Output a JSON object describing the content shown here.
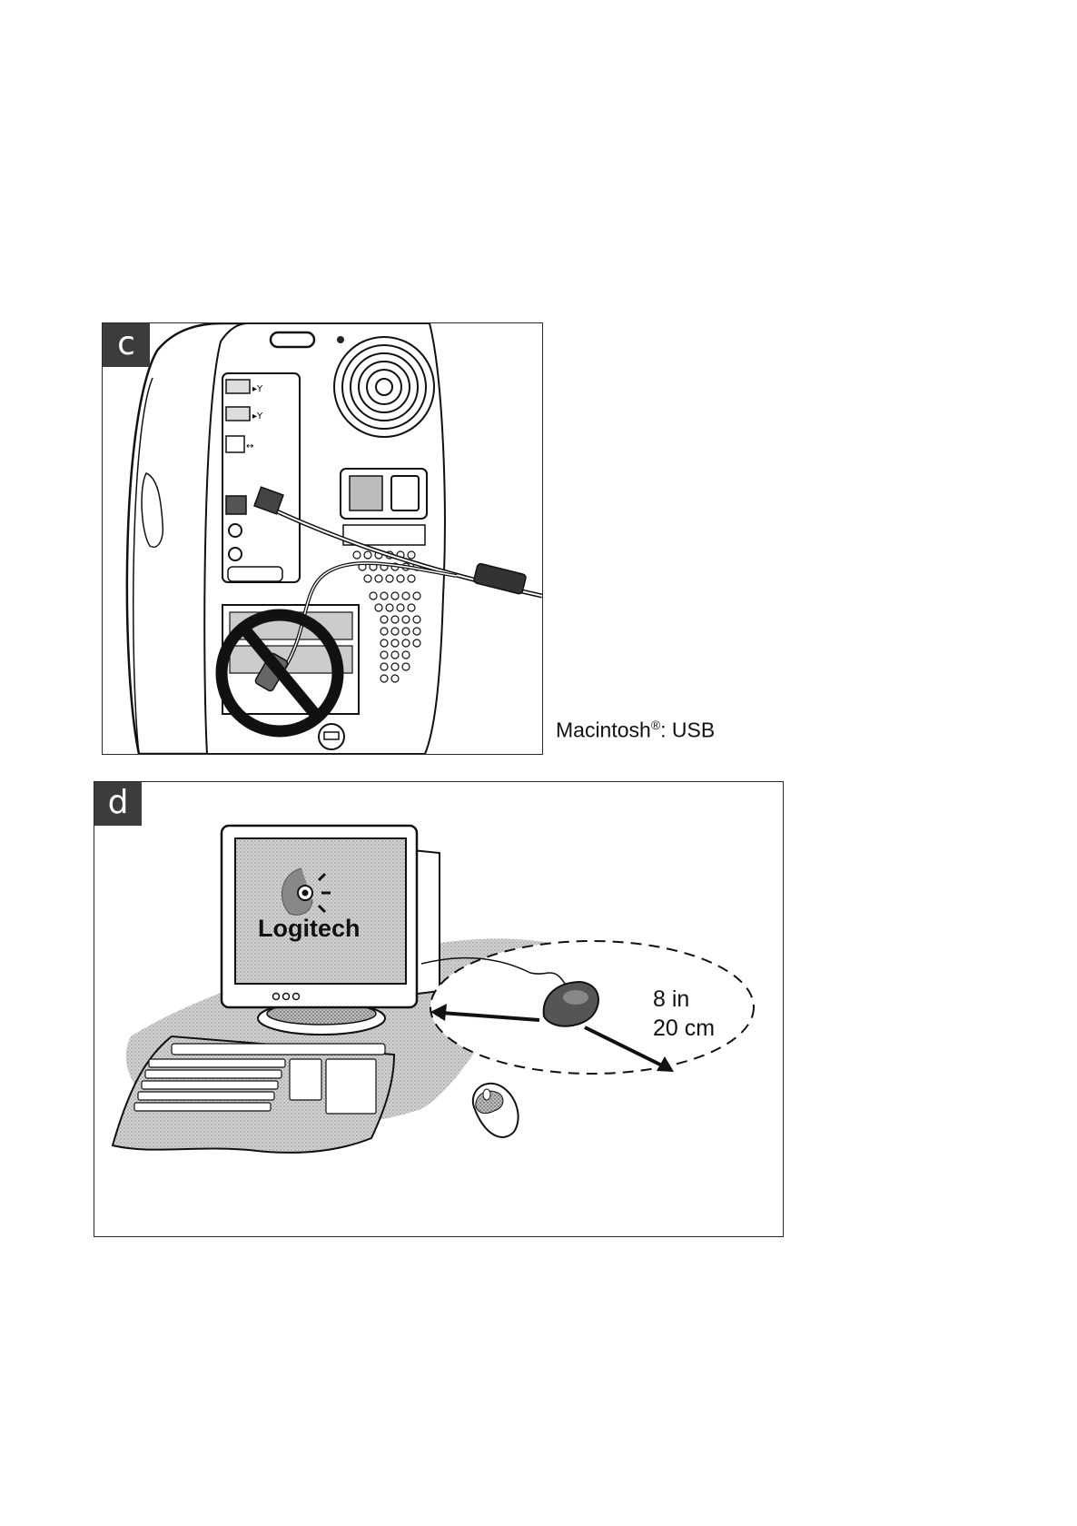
{
  "figures": {
    "c": {
      "label": "c",
      "caption_prefix": "Macintosh",
      "caption_reg": "®",
      "caption_suffix": ": USB"
    },
    "d": {
      "label": "d",
      "monitor_logo": "Logitech",
      "distance_imperial": "8 in",
      "distance_metric": "20 cm"
    }
  }
}
